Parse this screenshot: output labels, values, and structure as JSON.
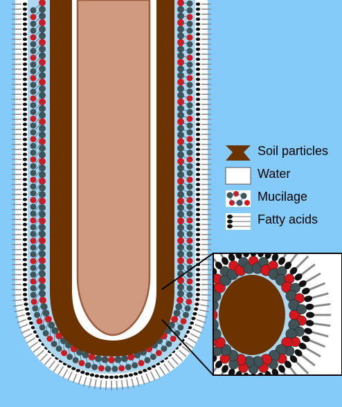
{
  "legend": {
    "items": [
      {
        "label": "Soil particles",
        "icon": "soil-particle-swatch"
      },
      {
        "label": "Water",
        "icon": "water-swatch"
      },
      {
        "label": "Mucilage",
        "icon": "mucilage-swatch"
      },
      {
        "label": "Fatty acids",
        "icon": "fatty-acid-swatch"
      }
    ]
  },
  "colors": {
    "background": "#85cbfa",
    "root": "#cf9a80",
    "root_outline": "#9a5a3c",
    "soil": "#6b3300",
    "water": "#add8f0",
    "mucilage_red": "#d4171c",
    "mucilage_dark": "#3f5256",
    "fatty_acid_head": "#111111",
    "fatty_acid_tail": "#888888",
    "white": "#ffffff"
  }
}
